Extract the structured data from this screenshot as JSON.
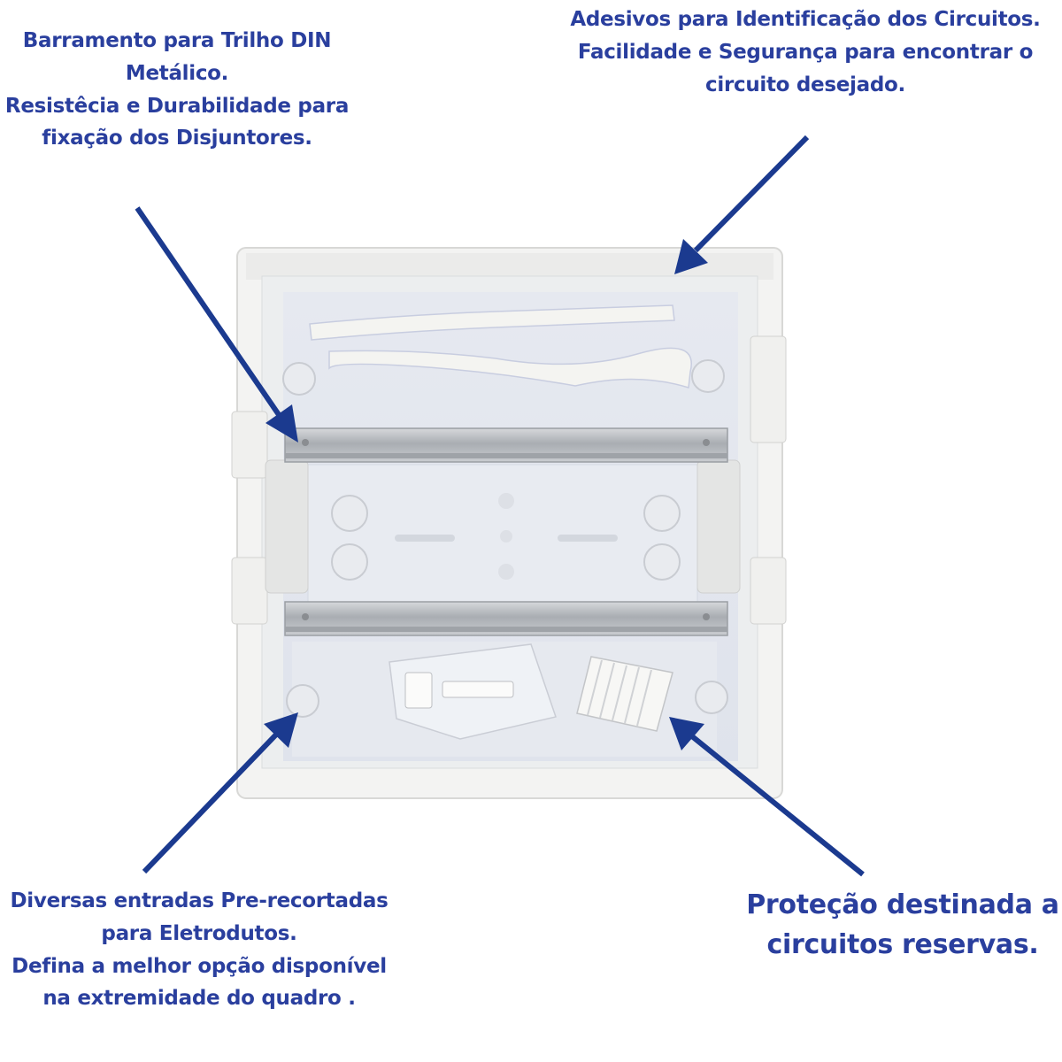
{
  "annotations": {
    "top_left": [
      "Barramento para Trilho DIN",
      "Metálico.",
      "Resistêcia e Durabilidade para",
      "fixação dos Disjuntores."
    ],
    "top_right": [
      "Adesivos para Identificação dos Circuitos.",
      "Facilidade e Segurança para encontrar o",
      "circuito desejado."
    ],
    "bottom_left": [
      "Diversas entradas Pre-recortadas",
      "para Eletrodutos.",
      "Defina a melhor opção disponível",
      "na extremidade do quadro ."
    ],
    "bottom_right": [
      "Proteção destinada a",
      "circuitos reservas."
    ]
  },
  "colors": {
    "text": "#2a3f9e",
    "arrow": "#1b3a8f",
    "enclosure": "#ececec",
    "panel": "#e3e7ef",
    "rail": "#b9bcc0"
  }
}
